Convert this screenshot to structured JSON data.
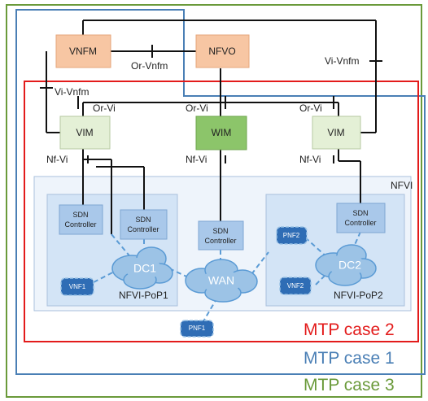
{
  "nodes": {
    "vnfm": "VNFM",
    "nfvo": "NFVO",
    "vim_left": "VIM",
    "wim": "WIM",
    "vim_right": "VIM",
    "sdn_controller_1": [
      "SDN",
      "Controller"
    ],
    "sdn_controller_2": [
      "SDN",
      "Controller"
    ],
    "sdn_controller_wan": [
      "SDN",
      "Controller"
    ],
    "sdn_controller_3": [
      "SDN",
      "Controller"
    ],
    "dc1": "DC1",
    "dc2": "DC2",
    "wan": "WAN",
    "vnf1": "VNF1",
    "vnf2": "VNF2",
    "pnf1": "PNF1",
    "pnf2": "PNF2"
  },
  "interfaces": {
    "or_vnfm": "Or-Vnfm",
    "vi_vnfm_left": "Vi-Vnfm",
    "vi_vnfm_right": "Vi-Vnfm",
    "or_vi_left": "Or-Vi",
    "or_vi_mid": "Or-Vi",
    "or_vi_right": "Or-Vi",
    "nf_vi_left": "Nf-Vi",
    "nf_vi_mid": "Nf-Vi",
    "nf_vi_right": "Nf-Vi"
  },
  "regions": {
    "nfvi": "NFVI",
    "pop1": "NFVI-PoP1",
    "pop2": "NFVI-PoP2"
  },
  "cases": {
    "case2": "MTP case 2",
    "case1": "MTP case 1",
    "case3": "MTP case 3"
  },
  "colors": {
    "case2": "#e31b1b",
    "case1": "#4a7fb5",
    "case3": "#6a9a3a",
    "orange_box": "#f7c6a3",
    "light_green_box": "#e4f0d6",
    "wim_green": "#8cc56a",
    "sdn_blue": "#a9c8ea",
    "cloud_blue": "#9cc3e6",
    "dark_blue": "#2f6db5"
  }
}
